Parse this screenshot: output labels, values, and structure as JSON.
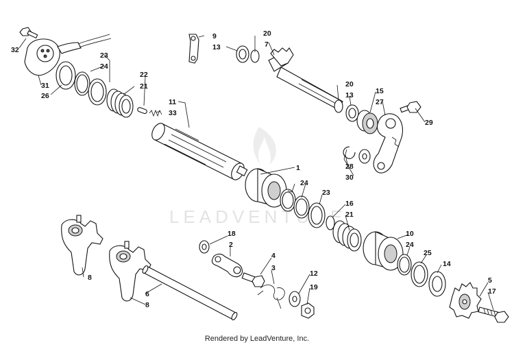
{
  "watermark": "LEADVENTURE",
  "footer": "Rendered by LeadVenture, Inc.",
  "callouts": [
    {
      "id": "c32",
      "text": "32"
    },
    {
      "id": "c31",
      "text": "31"
    },
    {
      "id": "c26",
      "text": "26"
    },
    {
      "id": "c23a",
      "text": "23"
    },
    {
      "id": "c24a",
      "text": "24"
    },
    {
      "id": "c22",
      "text": "22"
    },
    {
      "id": "c21a",
      "text": "21"
    },
    {
      "id": "c11",
      "text": "11"
    },
    {
      "id": "c33",
      "text": "33"
    },
    {
      "id": "c9",
      "text": "9"
    },
    {
      "id": "c13a",
      "text": "13"
    },
    {
      "id": "c20a",
      "text": "20"
    },
    {
      "id": "c7",
      "text": "7"
    },
    {
      "id": "c20b",
      "text": "20"
    },
    {
      "id": "c13b",
      "text": "13"
    },
    {
      "id": "c15",
      "text": "15"
    },
    {
      "id": "c27",
      "text": "27"
    },
    {
      "id": "c29",
      "text": "29"
    },
    {
      "id": "c28",
      "text": "28"
    },
    {
      "id": "c30",
      "text": "30"
    },
    {
      "id": "c1",
      "text": "1"
    },
    {
      "id": "c24b",
      "text": "24"
    },
    {
      "id": "c23b",
      "text": "23"
    },
    {
      "id": "c16",
      "text": "16"
    },
    {
      "id": "c21b",
      "text": "21"
    },
    {
      "id": "c10",
      "text": "10"
    },
    {
      "id": "c24c",
      "text": "24"
    },
    {
      "id": "c25",
      "text": "25"
    },
    {
      "id": "c14",
      "text": "14"
    },
    {
      "id": "c5",
      "text": "5"
    },
    {
      "id": "c17",
      "text": "17"
    },
    {
      "id": "c18",
      "text": "18"
    },
    {
      "id": "c2",
      "text": "2"
    },
    {
      "id": "c4",
      "text": "4"
    },
    {
      "id": "c3",
      "text": "3"
    },
    {
      "id": "c12",
      "text": "12"
    },
    {
      "id": "c19",
      "text": "19"
    },
    {
      "id": "c8a",
      "text": "8"
    },
    {
      "id": "c6",
      "text": "6"
    },
    {
      "id": "c8b",
      "text": "8"
    }
  ]
}
